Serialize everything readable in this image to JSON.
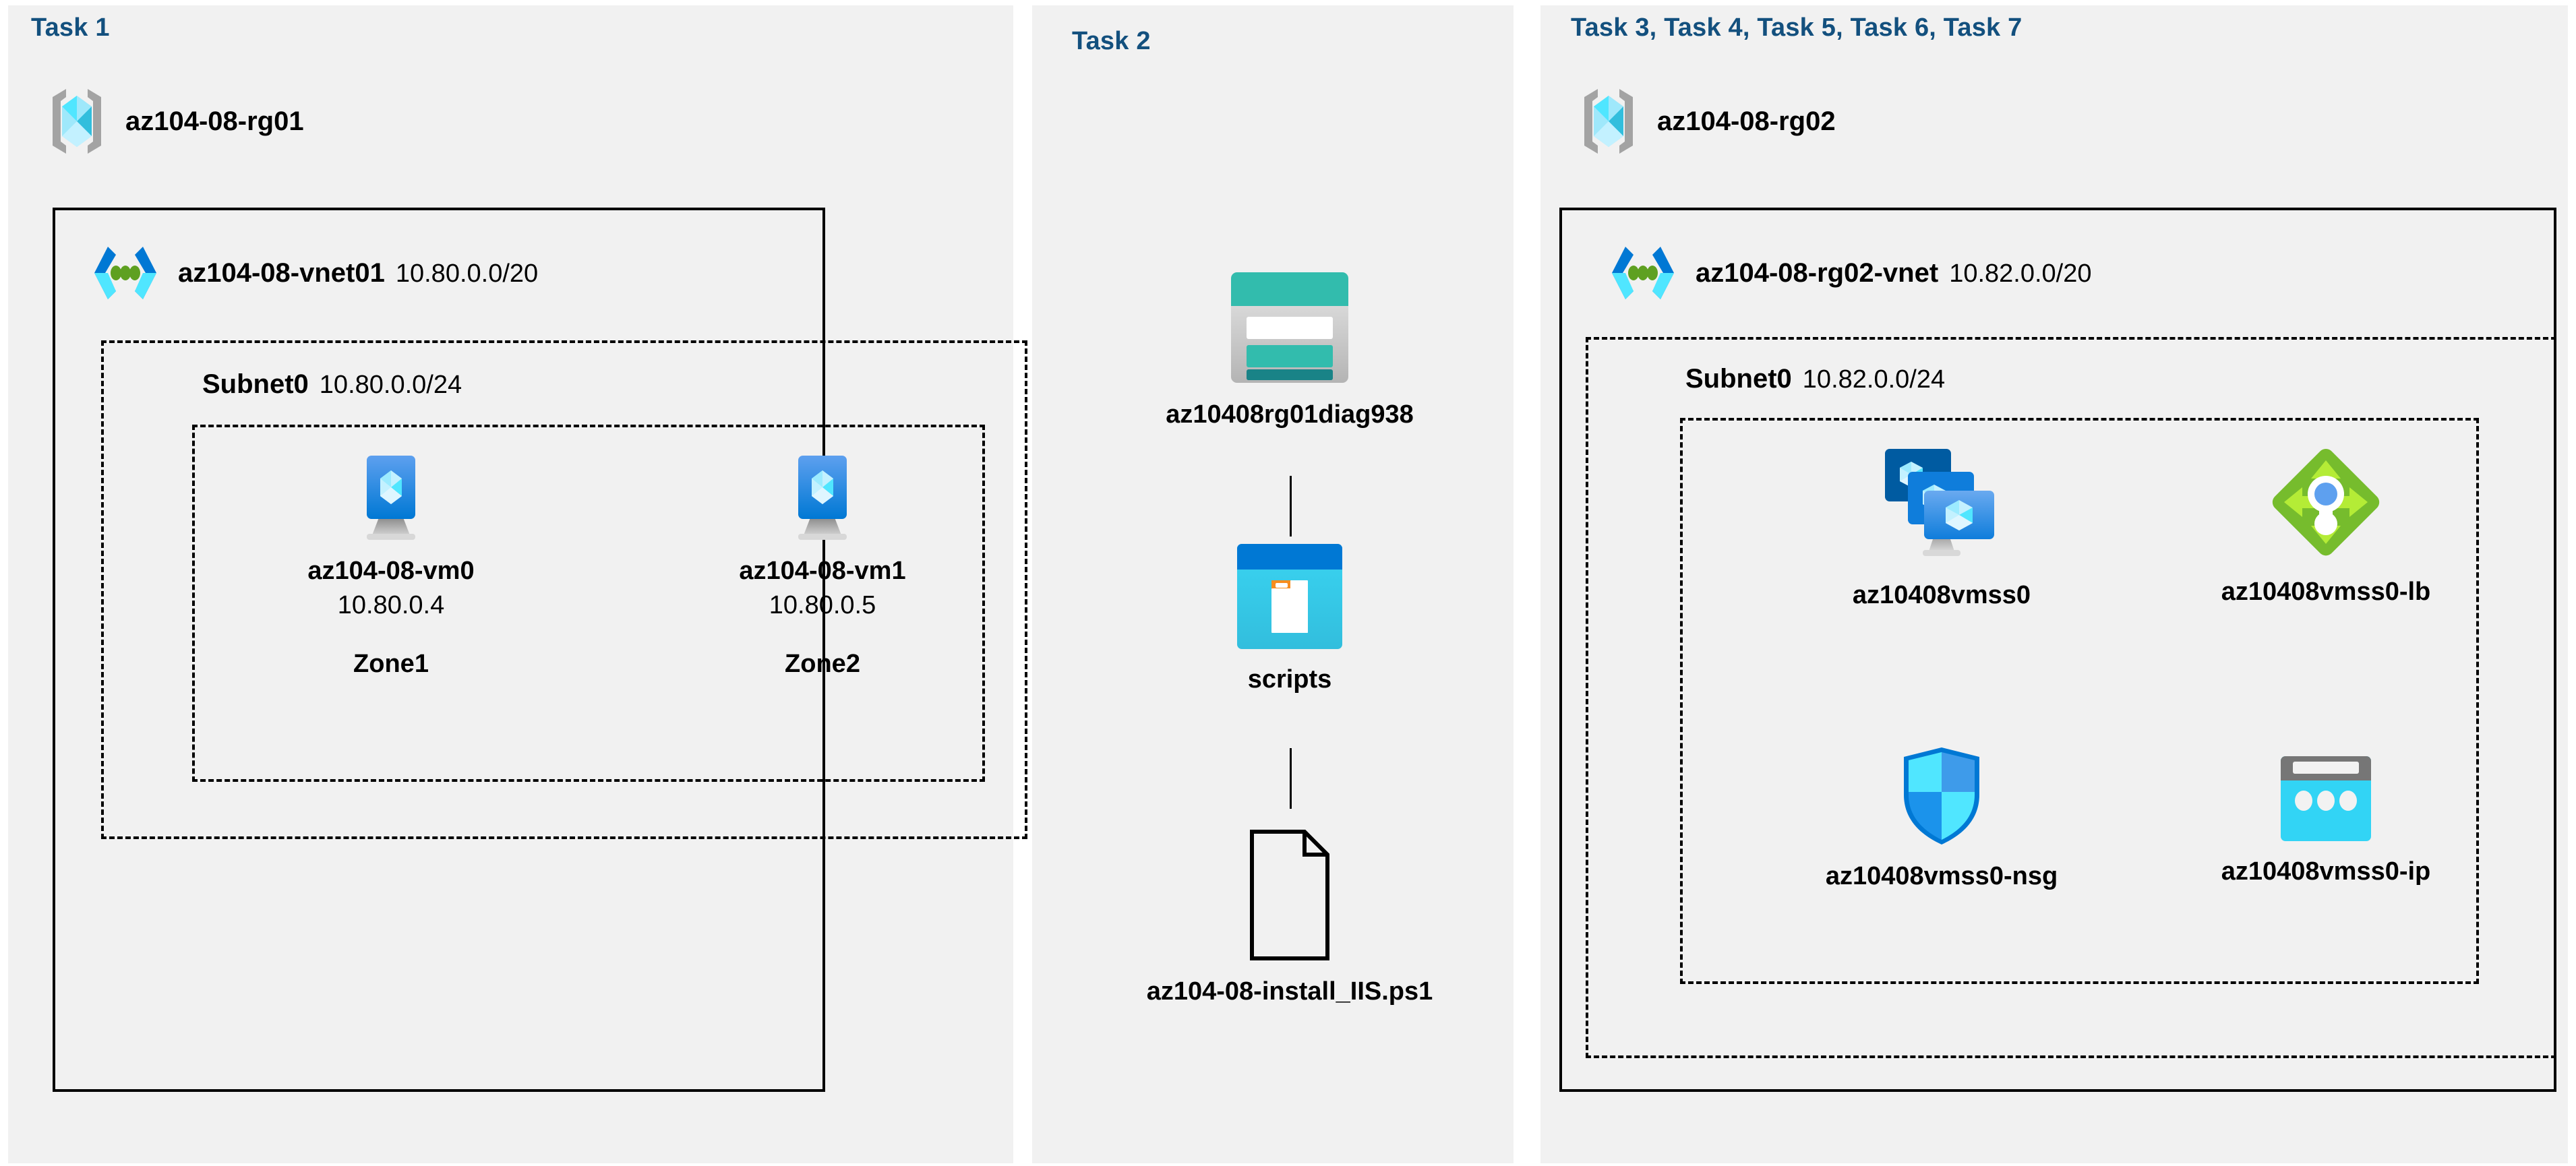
{
  "columns": [
    {
      "task_label": "Task 1"
    },
    {
      "task_label": "Task 2"
    },
    {
      "task_label": "Task 3, Task 4, Task 5, Task 6, Task 7"
    }
  ],
  "left": {
    "resource_group": {
      "name": "az104-08-rg01",
      "icon": "resource-group-icon"
    },
    "vnet": {
      "name": "az104-08-vnet01",
      "cidr": "10.80.0.0/20",
      "icon": "virtual-network-icon"
    },
    "subnet": {
      "name": "Subnet0",
      "cidr": "10.80.0.0/24"
    },
    "vms": [
      {
        "name": "az104-08-vm0",
        "ip": "10.80.0.4",
        "zone": "Zone1",
        "icon": "virtual-machine-icon"
      },
      {
        "name": "az104-08-vm1",
        "ip": "10.80.0.5",
        "zone": "Zone2",
        "icon": "virtual-machine-icon"
      }
    ]
  },
  "middle": {
    "storage_account": {
      "name": "az10408rg01diag938",
      "icon": "storage-account-icon"
    },
    "container": {
      "name": "scripts",
      "icon": "blob-container-icon"
    },
    "file": {
      "name": "az104-08-install_IIS.ps1",
      "icon": "script-file-icon"
    }
  },
  "right": {
    "resource_group": {
      "name": "az104-08-rg02",
      "icon": "resource-group-icon"
    },
    "vnet": {
      "name": "az104-08-rg02-vnet",
      "cidr": "10.82.0.0/20",
      "icon": "virtual-network-icon"
    },
    "subnet": {
      "name": "Subnet0",
      "cidr": "10.82.0.0/24"
    },
    "resources": [
      {
        "name": "az10408vmss0",
        "icon": "vm-scale-set-icon"
      },
      {
        "name": "az10408vmss0-lb",
        "icon": "load-balancer-icon"
      },
      {
        "name": "az10408vmss0-nsg",
        "icon": "network-security-group-icon"
      },
      {
        "name": "az10408vmss0-ip",
        "icon": "public-ip-address-icon"
      }
    ]
  },
  "colors": {
    "task_label": "#13507e",
    "panel_bg": "#f1f1f1",
    "border": "#000000",
    "azure_blue": "#0078d4",
    "azure_cyan": "#32d4f5",
    "storage_teal": "#32bcad",
    "lb_green": "#76bc2d",
    "nsg_blue": "#1b93eb"
  }
}
